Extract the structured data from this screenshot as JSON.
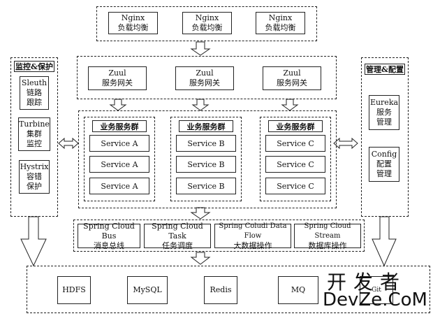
{
  "nginx": [
    {
      "line1": "Nginx",
      "line2": "负载均衡"
    },
    {
      "line1": "Nginx",
      "line2": "负载均衡"
    },
    {
      "line1": "Nginx",
      "line2": "负载均衡"
    }
  ],
  "zuul": [
    {
      "line1": "Zuul",
      "line2": "服务网关"
    },
    {
      "line1": "Zuul",
      "line2": "服务网关"
    },
    {
      "line1": "Zuul",
      "line2": "服务网关"
    }
  ],
  "service_groups": [
    {
      "title": "业务服务群",
      "services": [
        "Service A",
        "Service A",
        "Service A"
      ]
    },
    {
      "title": "业务服务群",
      "services": [
        "Service B",
        "Service B",
        "Service B"
      ]
    },
    {
      "title": "业务服务群",
      "services": [
        "Service C",
        "Service C",
        "Service C"
      ]
    }
  ],
  "monitor": {
    "title": "监控&保护",
    "items": [
      {
        "line1": "Sleuth",
        "line2": "链路",
        "line3": "跟踪"
      },
      {
        "line1": "Turbine",
        "line2": "集群",
        "line3": "监控"
      },
      {
        "line1": "Hystrix",
        "line2": "容错",
        "line3": "保护"
      }
    ]
  },
  "management": {
    "title": "管理&配置",
    "items": [
      {
        "line1": "Eureka",
        "line2": "服务",
        "line3": "管理"
      },
      {
        "line1": "Config",
        "line2": "配置",
        "line3": "管理"
      }
    ]
  },
  "spring_cloud": [
    {
      "line1": "Spring Cloud Bus",
      "line2": "消息总线"
    },
    {
      "line1": "Spring Cloud Task",
      "line2": "任务调度"
    },
    {
      "line1": "Spring Coludi Data Flow",
      "line2": "大数据操作"
    },
    {
      "line1": "Spring Cloud Stream",
      "line2": "数据库操作"
    }
  ],
  "storage": [
    "HDFS",
    "MySQL",
    "Redis",
    "MQ",
    "Git"
  ],
  "watermark": {
    "line1": "开发者",
    "line2": "DevZe.CoM"
  }
}
